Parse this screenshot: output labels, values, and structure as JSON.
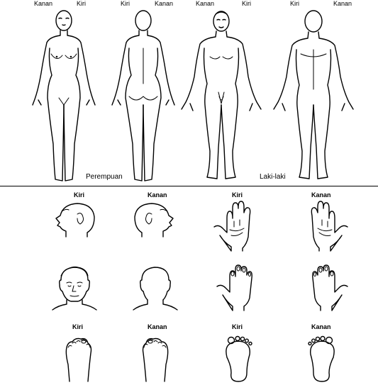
{
  "top_labels": {
    "female_front_right": "Kanan",
    "female_front_left": "Kiri",
    "female_back_left": "Kiri",
    "female_back_right": "Kanan",
    "male_front_right": "Kanan",
    "male_front_left": "Kiri",
    "male_back_left": "Kiri",
    "male_back_right": "Kanan"
  },
  "captions": {
    "female": "Perempuan",
    "male": "Laki-laki"
  },
  "detail_labels": {
    "head_col1": "Kiri",
    "head_col2": "Kanan",
    "hand_col1": "Kiri",
    "hand_col2": "Kanan",
    "foot_col1": "Kiri",
    "foot_col2": "Kanan",
    "sole_col1": "Kiri",
    "sole_col2": "Kanan"
  }
}
